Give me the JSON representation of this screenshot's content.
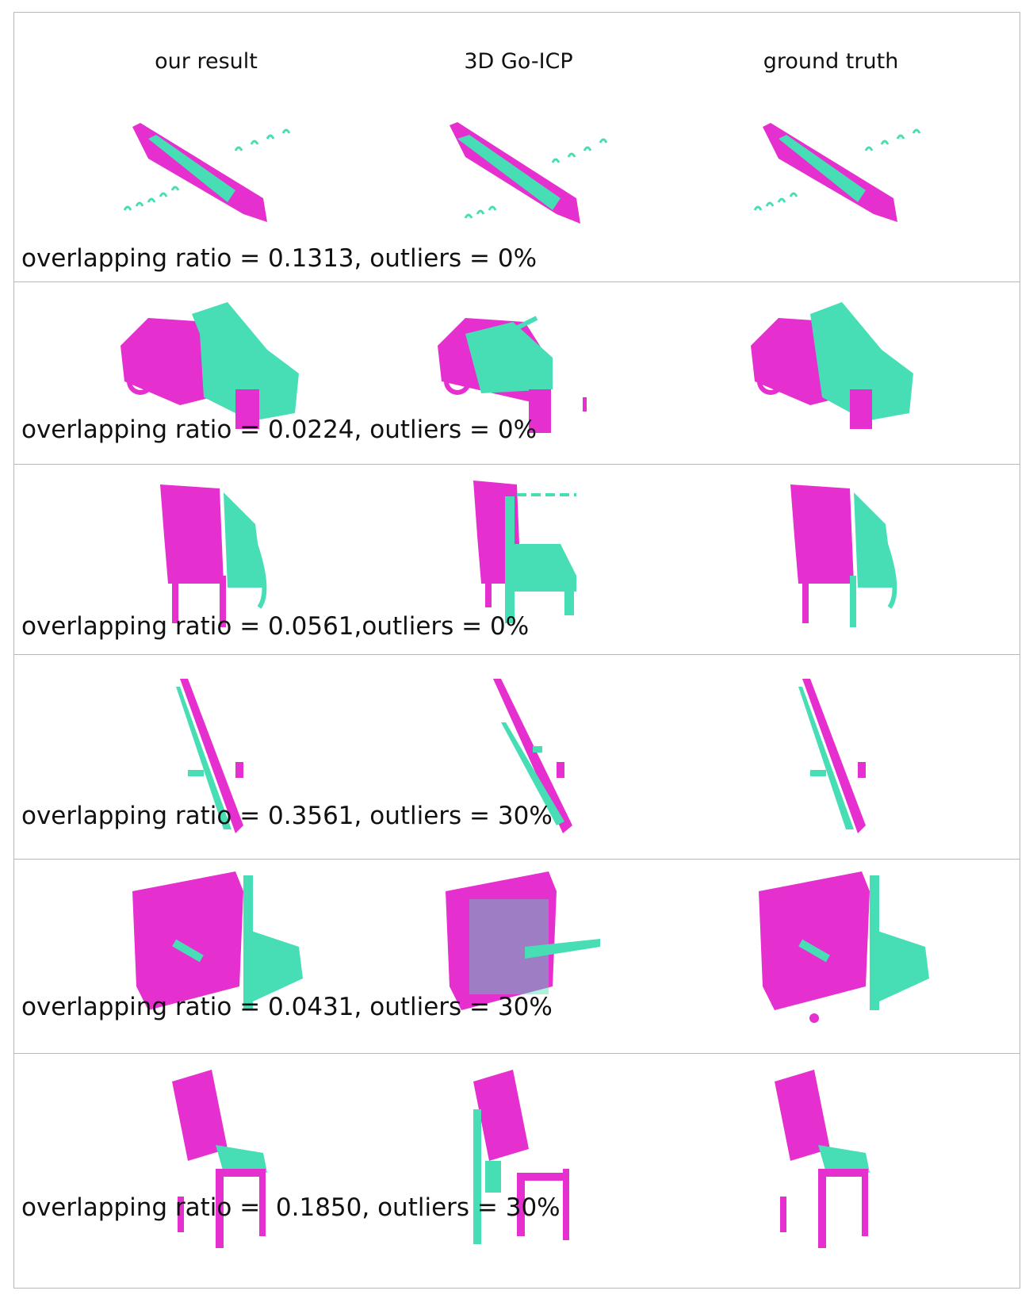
{
  "columns": {
    "ours": "our result",
    "goicp": "3D Go-ICP",
    "gt": "ground truth"
  },
  "rows": [
    {
      "caption": "overlapping ratio = 0.1313, outliers = 0%",
      "object": "airplane"
    },
    {
      "caption": "overlapping ratio = 0.0224, outliers = 0%",
      "object": "car"
    },
    {
      "caption": "overlapping ratio = 0.0561,outliers = 0%",
      "object": "armchair"
    },
    {
      "caption": "overlapping ratio = 0.3561, outliers = 30%",
      "object": "airplane"
    },
    {
      "caption": "overlapping ratio = 0.0431, outliers = 30%",
      "object": "cabinet"
    },
    {
      "caption": "overlapping ratio =  0.1850, outliers = 30%",
      "object": "chair"
    }
  ],
  "colors": {
    "source": "#e62fcf",
    "target": "#48deb5",
    "border": "#b9b9b9"
  }
}
